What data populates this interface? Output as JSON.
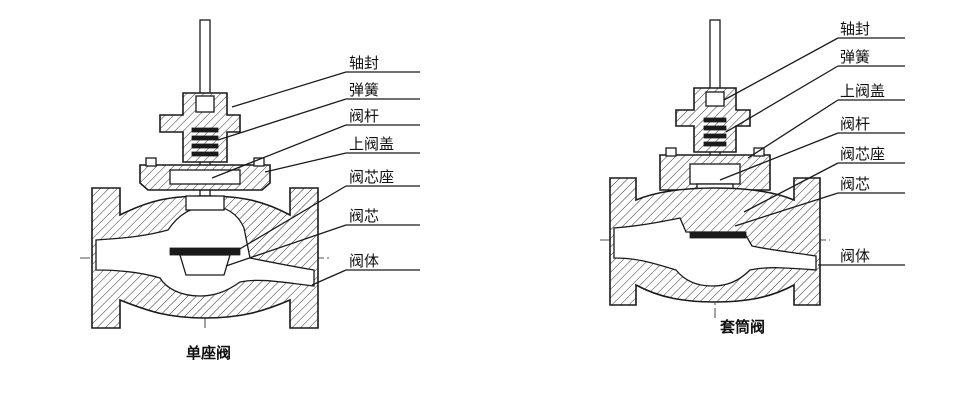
{
  "left_valve": {
    "caption": "单座阀",
    "labels": [
      "轴封",
      "弹簧",
      "阀杆",
      "上阀盖",
      "阀芯座",
      "阀芯",
      "阀体"
    ]
  },
  "right_valve": {
    "caption": "套筒阀",
    "labels": [
      "轴封",
      "弹簧",
      "上阀盖",
      "阀杆",
      "阀芯座",
      "阀芯",
      "阀体"
    ]
  },
  "colors": {
    "ink": "#1a1a1a",
    "background": "#ffffff"
  }
}
